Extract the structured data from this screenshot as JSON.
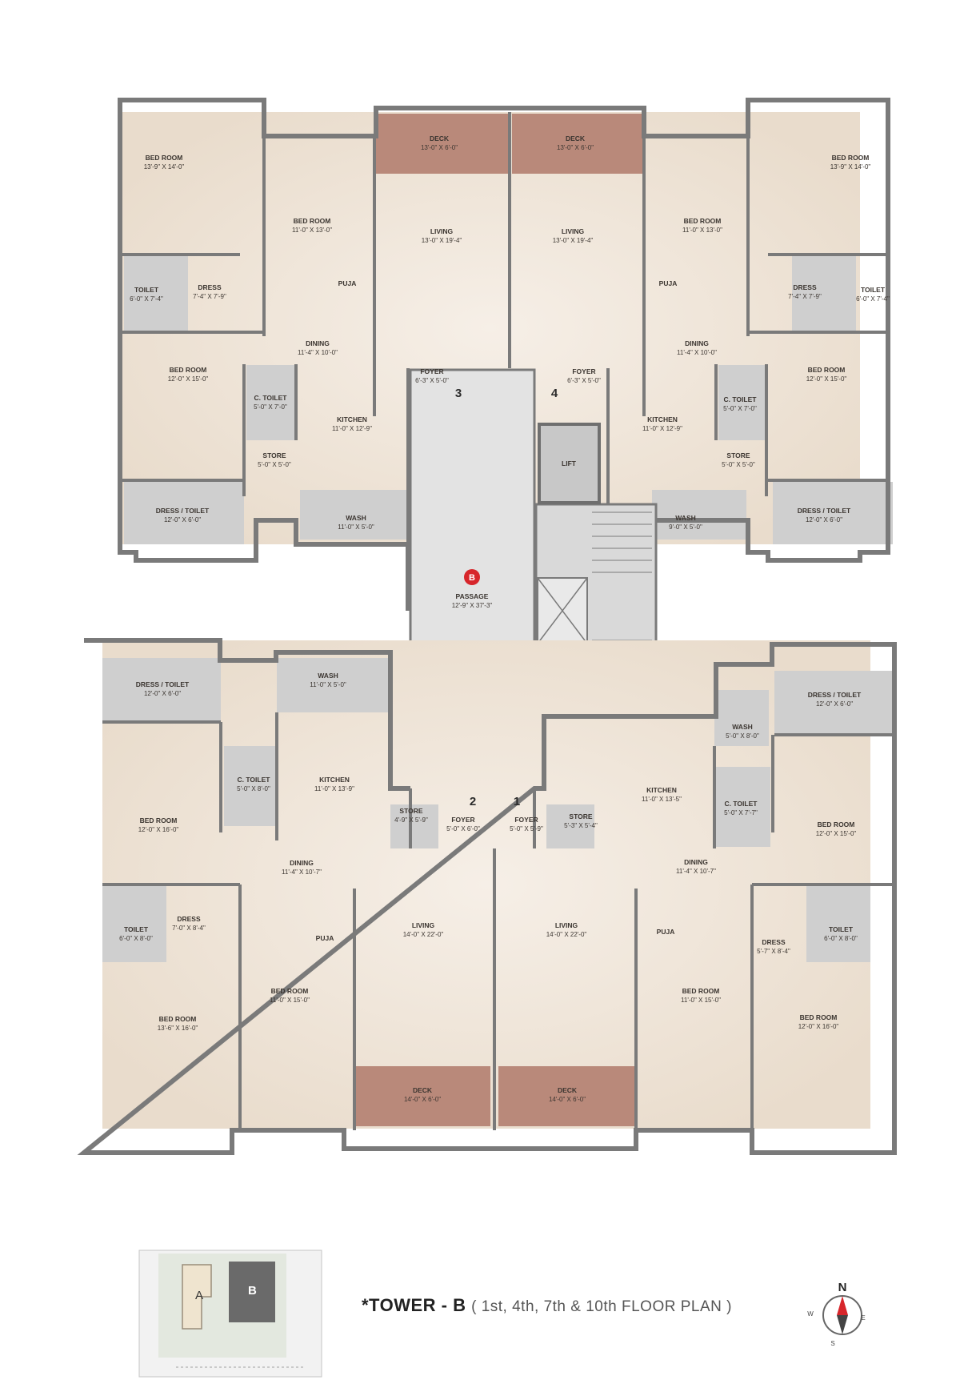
{
  "colors": {
    "wall": "#7a7a7a",
    "floor": "#ede2d5",
    "wet": "#cfcfcf",
    "deck": "#b9897a",
    "passage": "#e3e3e3",
    "marker": "#d7262b"
  },
  "units": [
    "1",
    "2",
    "3",
    "4"
  ],
  "core": {
    "marker": "B",
    "passage_label": "PASSAGE",
    "passage_dim": "12'-9\" X 37'-3\"",
    "lift": "LIFT"
  },
  "rooms": [
    {
      "name": "DECK",
      "dim": "13'-0\" X 6'-0\""
    },
    {
      "name": "DECK",
      "dim": "13'-0\" X 6'-0\""
    },
    {
      "name": "BED ROOM",
      "dim": "13'-9\" X 14'-0\""
    },
    {
      "name": "BED ROOM",
      "dim": "11'-0\" X 13'-0\""
    },
    {
      "name": "LIVING",
      "dim": "13'-0\" X 19'-4\""
    },
    {
      "name": "LIVING",
      "dim": "13'-0\" X 19'-4\""
    },
    {
      "name": "BED ROOM",
      "dim": "11'-0\" X 13'-0\""
    },
    {
      "name": "BED ROOM",
      "dim": "13'-9\" X 14'-0\""
    },
    {
      "name": "TOILET",
      "dim": "6'-0\" X 7'-4\""
    },
    {
      "name": "DRESS",
      "dim": "7'-4\" X 7'-9\""
    },
    {
      "name": "PUJA",
      "dim": ""
    },
    {
      "name": "PUJA",
      "dim": ""
    },
    {
      "name": "DRESS",
      "dim": "7'-4\" X 7'-9\""
    },
    {
      "name": "TOILET",
      "dim": "6'-0\" X 7'-4\""
    },
    {
      "name": "DINING",
      "dim": "11'-4\" X 10'-0\""
    },
    {
      "name": "DINING",
      "dim": "11'-4\" X 10'-0\""
    },
    {
      "name": "BED ROOM",
      "dim": "12'-0\" X 15'-0\""
    },
    {
      "name": "FOYER",
      "dim": "6'-3\" X 5'-0\""
    },
    {
      "name": "FOYER",
      "dim": "6'-3\" X 5'-0\""
    },
    {
      "name": "BED ROOM",
      "dim": "12'-0\" X 15'-0\""
    },
    {
      "name": "C. TOILET",
      "dim": "5'-0\" X 7'-0\""
    },
    {
      "name": "KITCHEN",
      "dim": "11'-0\" X 12'-9\""
    },
    {
      "name": "KITCHEN",
      "dim": "11'-0\" X 12'-9\""
    },
    {
      "name": "C. TOILET",
      "dim": "5'-0\" X 7'-0\""
    },
    {
      "name": "STORE",
      "dim": "5'-0\" X 5'-0\""
    },
    {
      "name": "STORE",
      "dim": "5'-0\" X 5'-0\""
    },
    {
      "name": "DRESS / TOILET",
      "dim": "12'-0\" X 6'-0\""
    },
    {
      "name": "WASH",
      "dim": "11'-0\" X 5'-0\""
    },
    {
      "name": "WASH",
      "dim": "9'-0\" X 5'-0\""
    },
    {
      "name": "DRESS / TOILET",
      "dim": "12'-0\" X 6'-0\""
    },
    {
      "name": "WASH",
      "dim": "11'-0\" X 5'-0\""
    },
    {
      "name": "DRESS / TOILET",
      "dim": "12'-0\" X 6'-0\""
    },
    {
      "name": "DRESS / TOILET",
      "dim": "12'-0\" X 6'-0\""
    },
    {
      "name": "WASH",
      "dim": "5'-0\" X 8'-0\""
    },
    {
      "name": "C. TOILET",
      "dim": "5'-0\" X 8'-0\""
    },
    {
      "name": "KITCHEN",
      "dim": "11'-0\" X 13'-9\""
    },
    {
      "name": "KITCHEN",
      "dim": "11'-0\" X 13'-5\""
    },
    {
      "name": "C. TOILET",
      "dim": "5'-0\" X 7'-7\""
    },
    {
      "name": "BED ROOM",
      "dim": "12'-0\" X 16'-0\""
    },
    {
      "name": "STORE",
      "dim": "4'-9\" X 5'-9\""
    },
    {
      "name": "FOYER",
      "dim": "5'-0\" X 6'-0\""
    },
    {
      "name": "FOYER",
      "dim": "5'-0\" X 5'-9\""
    },
    {
      "name": "STORE",
      "dim": "5'-3\" X 5'-4\""
    },
    {
      "name": "BED ROOM",
      "dim": "12'-0\" X 15'-0\""
    },
    {
      "name": "DINING",
      "dim": "11'-4\" X 10'-7\""
    },
    {
      "name": "DINING",
      "dim": "11'-4\" X 10'-7\""
    },
    {
      "name": "DRESS",
      "dim": "7'-0\" X 8'-4\""
    },
    {
      "name": "TOILET",
      "dim": "6'-0\" X 8'-0\""
    },
    {
      "name": "LIVING",
      "dim": "14'-0\" X 22'-0\""
    },
    {
      "name": "LIVING",
      "dim": "14'-0\" X 22'-0\""
    },
    {
      "name": "TOILET",
      "dim": "6'-0\" X 8'-0\""
    },
    {
      "name": "DRESS",
      "dim": "5'-7\" X 8'-4\""
    },
    {
      "name": "PUJA",
      "dim": ""
    },
    {
      "name": "PUJA",
      "dim": ""
    },
    {
      "name": "BED ROOM",
      "dim": "11'-0\" X 15'-0\""
    },
    {
      "name": "BED ROOM",
      "dim": "11'-0\" X 15'-0\""
    },
    {
      "name": "BED ROOM",
      "dim": "13'-6\" X 16'-0\""
    },
    {
      "name": "BED ROOM",
      "dim": "12'-0\" X 16'-0\""
    },
    {
      "name": "DECK",
      "dim": "14'-0\" X 6'-0\""
    },
    {
      "name": "DECK",
      "dim": "14'-0\" X 6'-0\""
    }
  ],
  "key_plan": {
    "towers": [
      "A",
      "B"
    ]
  },
  "footer": {
    "title": "*TOWER - B",
    "subtitle": "( 1st, 4th, 7th & 10th FLOOR PLAN )"
  },
  "compass": {
    "n": "N",
    "s": "S",
    "e": "E",
    "w": "W"
  }
}
